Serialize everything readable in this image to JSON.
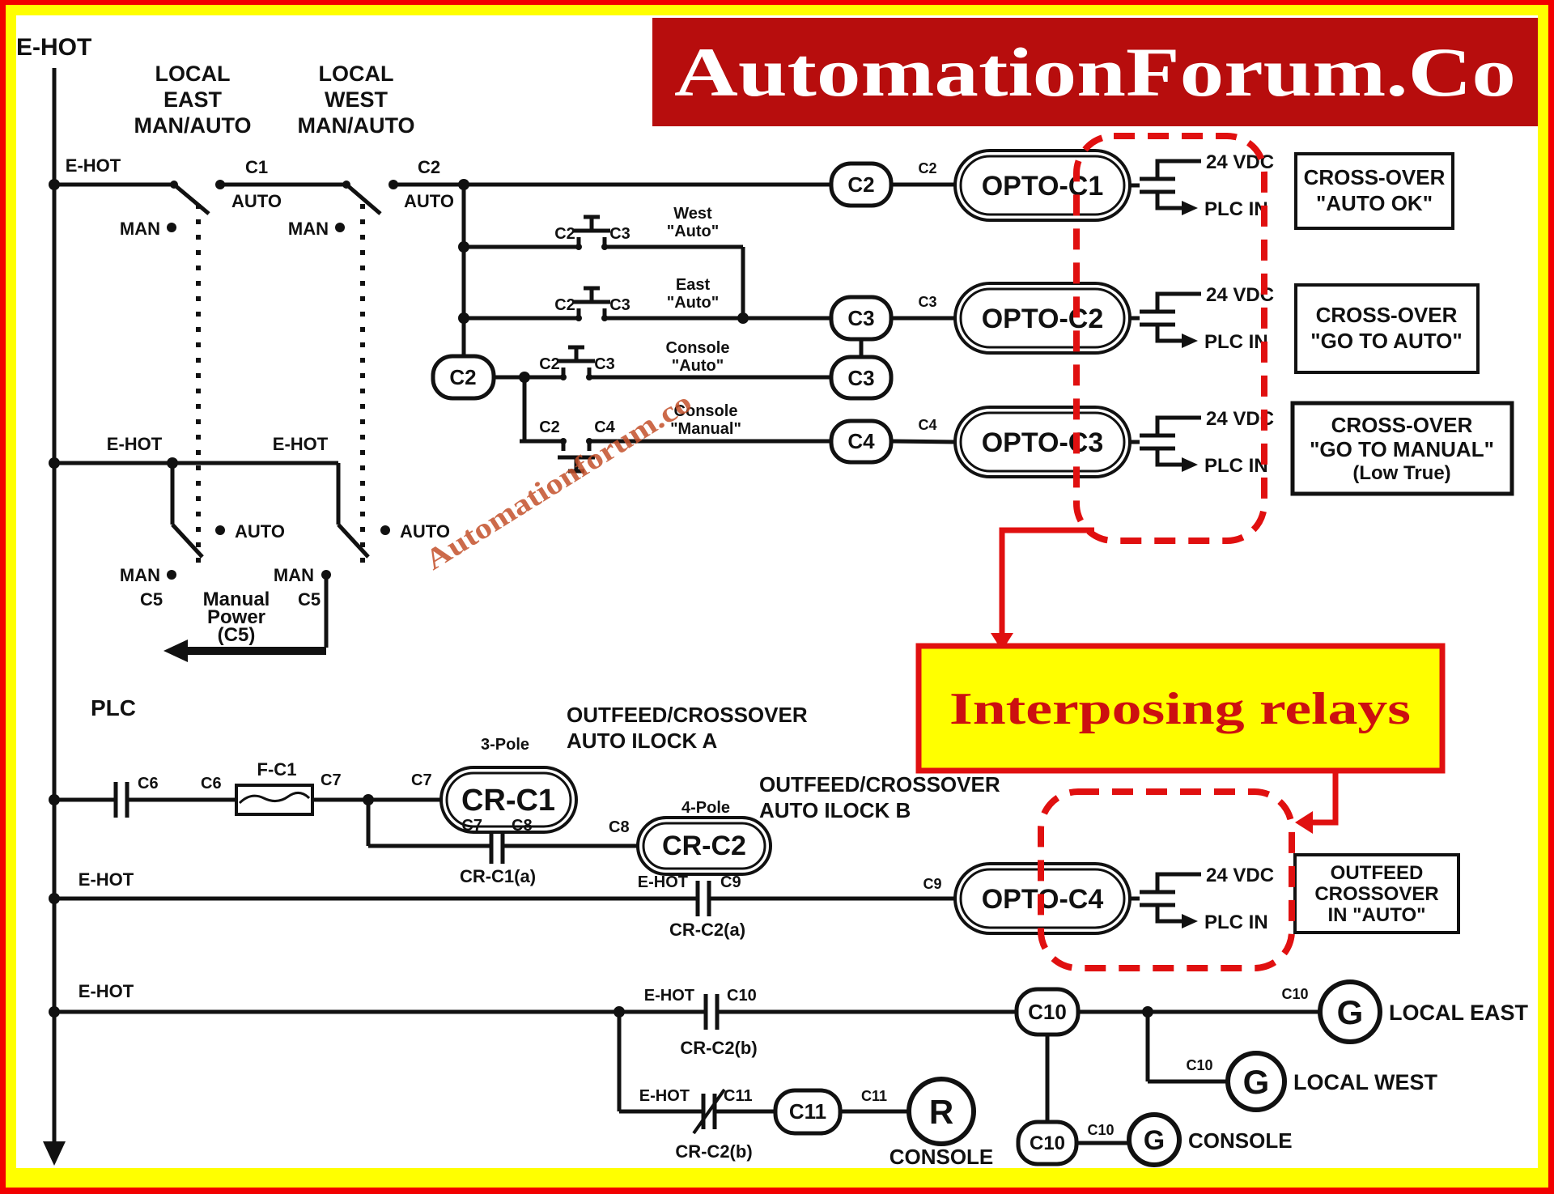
{
  "banner": {
    "title": "AutomationForum.Co",
    "bg": "#b70d0d",
    "fg": "#ffffff"
  },
  "watermark": {
    "text": "Automationforum.co",
    "color": "#c4512b"
  },
  "callout": {
    "text": "Interposing relays",
    "bg": "#ffff00",
    "border": "#e01010",
    "fg": "#cc1010"
  },
  "labels": {
    "e_hot": "E-HOT",
    "man": "MAN",
    "auto": "AUTO",
    "plc": "PLC",
    "c1": "C1",
    "c2": "C2",
    "c3": "C3",
    "c4": "C4",
    "c5": "C5",
    "c6": "C6",
    "c7": "C7",
    "c8": "C8",
    "c9": "C9",
    "c10": "C10",
    "c11": "C11",
    "vdc": "24 VDC",
    "plc_in": "PLC IN"
  },
  "selector": {
    "east": [
      "LOCAL",
      "EAST",
      "MAN/AUTO"
    ],
    "west": [
      "LOCAL",
      "WEST",
      "MAN/AUTO"
    ]
  },
  "pb_rows": [
    {
      "l": "C2",
      "r": "C3",
      "n1": "West",
      "n2": "\"Auto\""
    },
    {
      "l": "C2",
      "r": "C3",
      "n1": "East",
      "n2": "\"Auto\""
    },
    {
      "l": "C2",
      "r": "C3",
      "n1": "Console",
      "n2": "\"Auto\""
    },
    {
      "l": "C2",
      "r": "C4",
      "n1": "Console",
      "n2": "\"Manual\""
    }
  ],
  "coils": {
    "c2": "C2",
    "c3": "C3",
    "c4": "C4",
    "c10": "C10",
    "c11": "C11",
    "cr_c1": "CR-C1",
    "cr_c2": "CR-C2",
    "pole3": "3-Pole",
    "pole4": "4-Pole"
  },
  "optos": {
    "o1": "OPTO-C1",
    "o2": "OPTO-C2",
    "o3": "OPTO-C3",
    "o4": "OPTO-C4"
  },
  "contacts": {
    "cr_c1a": "CR-C1(a)",
    "cr_c2a": "CR-C2(a)",
    "cr_c2b": "CR-C2(b)",
    "fuse": "F-C1"
  },
  "io_boxes": [
    {
      "l1": "CROSS-OVER",
      "l2": "\"AUTO OK\""
    },
    {
      "l1": "CROSS-OVER",
      "l2": "\"GO TO AUTO\""
    },
    {
      "l1": "CROSS-OVER",
      "l2": "\"GO TO MANUAL\"",
      "l3": "(Low True)"
    },
    {
      "l1": "OUTFEED",
      "l2": "CROSSOVER",
      "l3": "IN \"AUTO\""
    }
  ],
  "manual_power": {
    "t1": "Manual",
    "t2": "Power",
    "t3": "(C5)"
  },
  "notes": {
    "a1": "OUTFEED/CROSSOVER",
    "a2": "AUTO ILOCK A",
    "b1": "OUTFEED/CROSSOVER",
    "b2": "AUTO ILOCK B"
  },
  "lamps": {
    "g": "G",
    "r": "R",
    "local_east": "LOCAL EAST",
    "local_west": "LOCAL WEST",
    "console": "CONSOLE"
  }
}
